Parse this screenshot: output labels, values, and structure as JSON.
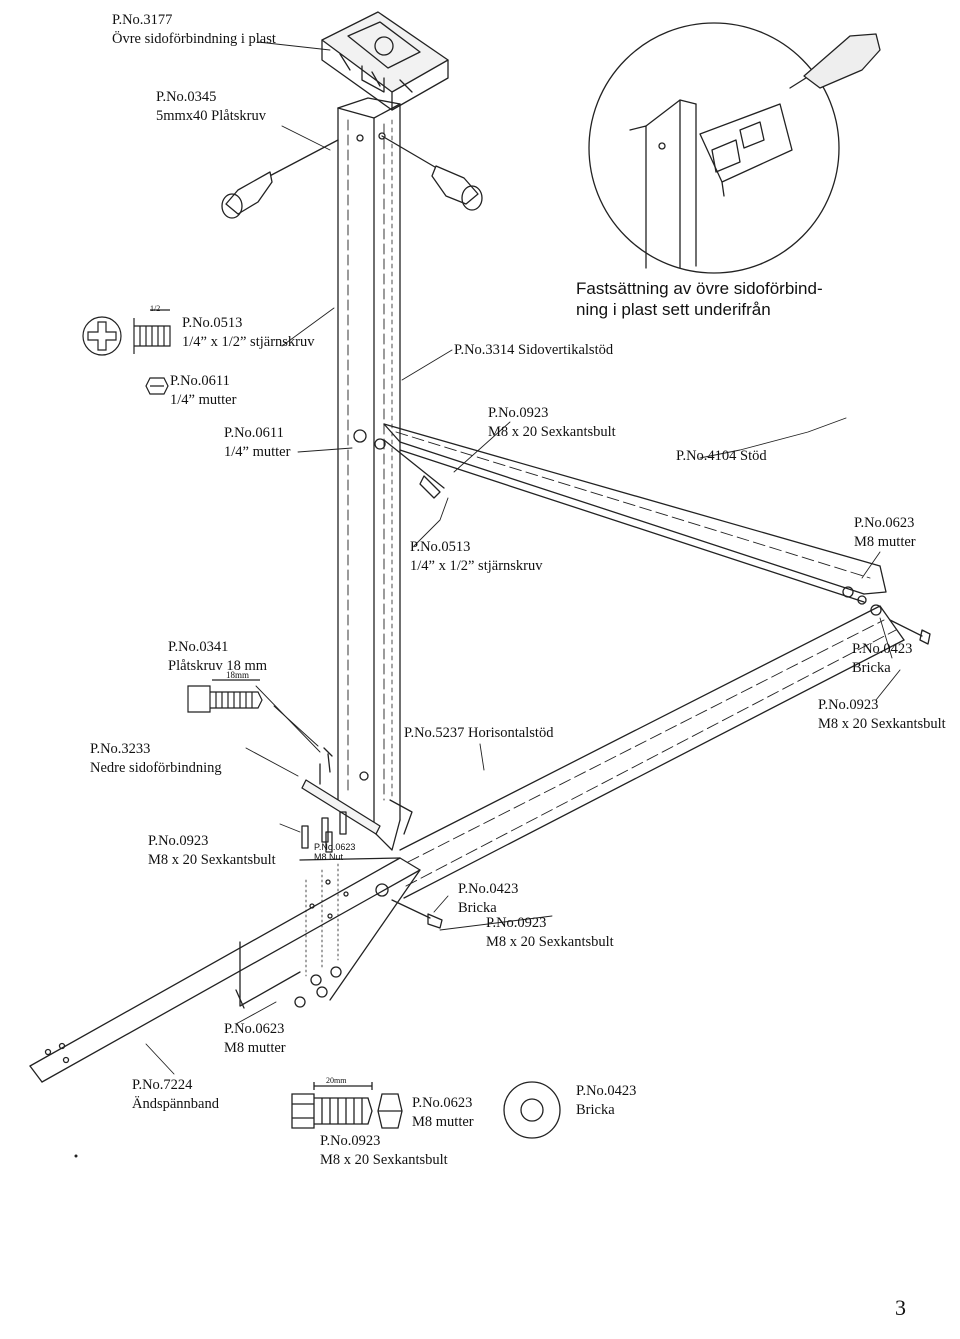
{
  "labels": {
    "upper_link": {
      "pno": "P.No.3177",
      "name": "Övre sidoförbindning i plast"
    },
    "sheet_screw_top": {
      "pno": "P.No.0345",
      "name": "5mmx40 Plåtskruv"
    },
    "screw_0513_left": {
      "pno": "P.No.0513",
      "name": "1/4” x 1/2” stjärnskruv"
    },
    "nut_0611_a": {
      "pno": "P.No.0611",
      "name": "1/4” mutter"
    },
    "nut_0611_b": {
      "pno": "P.No.0611",
      "name": "1/4” mutter"
    },
    "side_vertical": {
      "text": "P.No.3314 Sidovertikalstöd"
    },
    "bolt_0923_top": {
      "pno": "P.No.0923",
      "name": "M8 x 20 Sexkantsbult"
    },
    "support_4104": {
      "text": "P.No.4104 Stöd"
    },
    "screw_0513_mid": {
      "pno": "P.No.0513",
      "name": "1/4” x 1/2” stjärnskruv"
    },
    "nut_0623_right": {
      "pno": "P.No.0623",
      "name": "M8 mutter"
    },
    "sheet_screw_18": {
      "pno": "P.No.0341",
      "name": "Plåtskruv 18 mm",
      "dim": "18mm"
    },
    "washer_0423_right": {
      "pno": "P.No.0423",
      "name": "Bricka"
    },
    "bolt_0923_right": {
      "pno": "P.No.0923",
      "name": "M8 x 20 Sexkantsbult"
    },
    "horizontal": {
      "text": "P.No.5237 Horisontalstöd"
    },
    "lower_link": {
      "pno": "P.No.3233",
      "name": "Nedre sidoförbindning"
    },
    "bolt_0923_left": {
      "pno": "P.No.0923",
      "name": "M8 x 20 Sexkantsbult"
    },
    "nut_tiny": {
      "pno": "P.No.0623",
      "name": "M8 Nut"
    },
    "washer_0423_mid": {
      "pno": "P.No.0423",
      "name": "Bricka"
    },
    "bolt_0923_mid": {
      "pno": "P.No.0923",
      "name": "M8 x 20 Sexkantsbult"
    },
    "nut_0623_bottom": {
      "pno": "P.No.0623",
      "name": "M8 mutter"
    },
    "strap": {
      "pno": "P.No.7224",
      "name": "Ändspännband"
    },
    "legend_nut": {
      "pno": "P.No.0623",
      "name": "M8 mutter"
    },
    "legend_washer": {
      "pno": "P.No.0423",
      "name": "Bricka"
    },
    "legend_bolt": {
      "pno": "P.No.0923",
      "name": "M8 x 20 Sexkantsbult"
    }
  },
  "callout": {
    "line1": "Fastsättning av övre sidoförbind-",
    "line2": "ning i plast sett underifrån"
  },
  "dimensions": {
    "screw_half": "1/2",
    "bolt_length": "20mm"
  },
  "page_number": "3"
}
